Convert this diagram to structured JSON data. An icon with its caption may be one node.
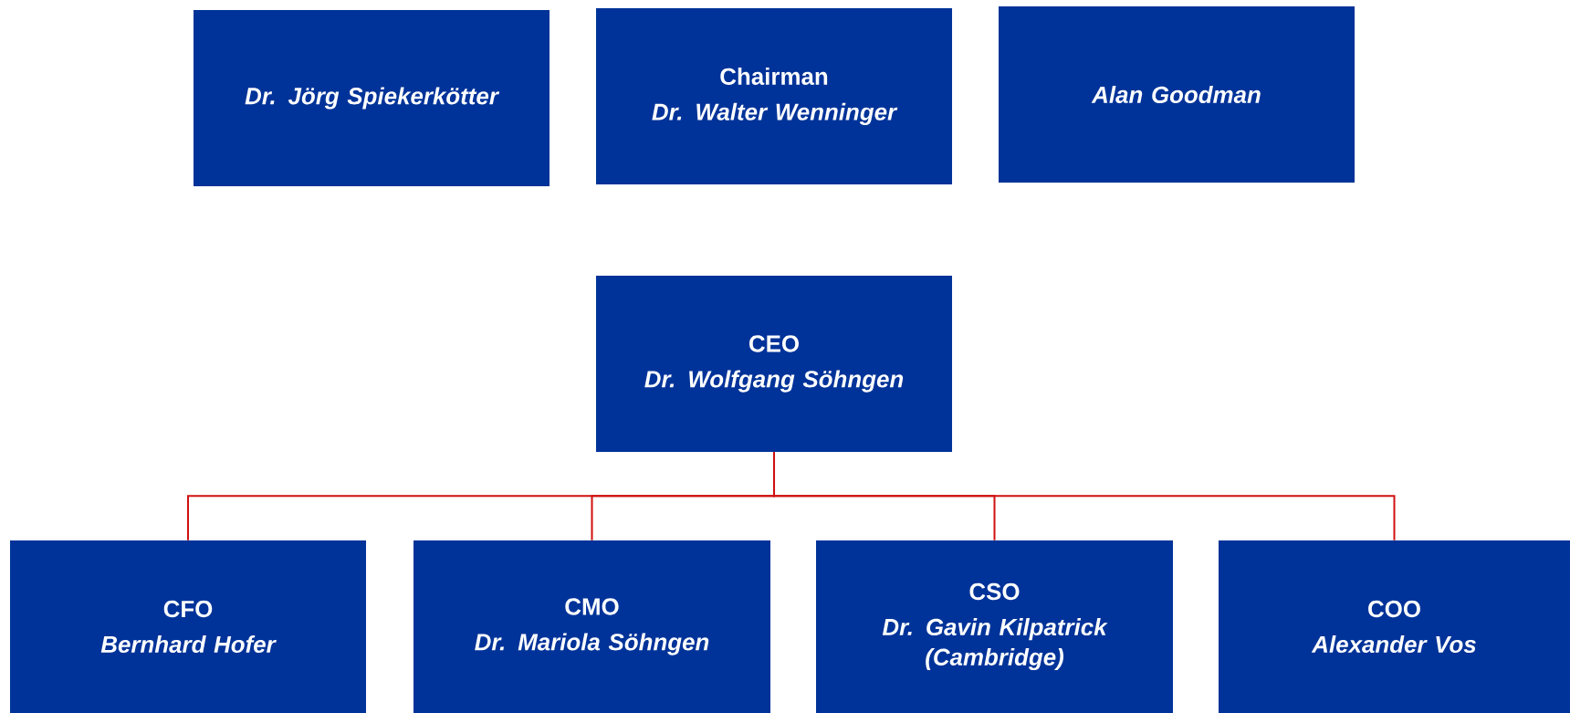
{
  "diagram": {
    "nodes": [
      {
        "text": [
          "Dr. Jörg Spiekerkötter"
        ]
      },
      {
        "text": [
          "Chairman",
          "Dr. Walter Wenninger"
        ]
      },
      {
        "text": [
          "Alan Goodman"
        ]
      },
      {
        "text": [
          "CEO",
          "Dr. Wolfgang Söhngen"
        ]
      },
      {
        "text": [
          "CFO",
          "Bernhard Hofer"
        ]
      },
      {
        "text": [
          "CMO",
          "Dr. Mariola Söhngen"
        ]
      },
      {
        "text": [
          "CSO",
          "Dr. Gavin Kilpatrick (Cambridge)"
        ]
      },
      {
        "text": [
          "COO",
          "Alexander Vos"
        ]
      }
    ],
    "edges": [
      {
        "from": 3,
        "to": 4,
        "arrow": "none"
      },
      {
        "from": 3,
        "to": 5,
        "arrow": "none"
      },
      {
        "from": 3,
        "to": 6,
        "arrow": "none"
      },
      {
        "from": 3,
        "to": 7,
        "arrow": "none"
      }
    ]
  }
}
